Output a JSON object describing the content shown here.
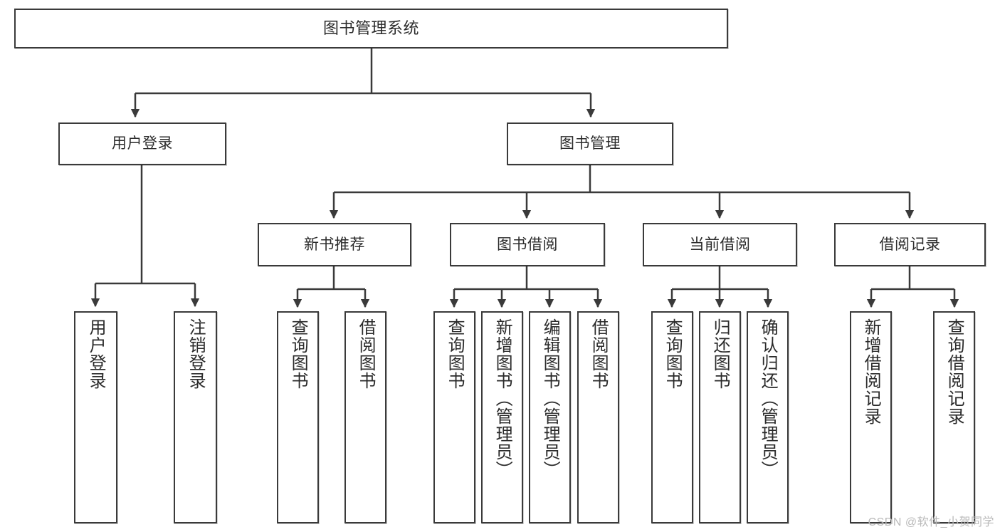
{
  "diagram": {
    "title": "图书管理系统",
    "type": "hierarchy-tree",
    "colors": {
      "box_border": "#3a3a3a",
      "box_fill": "#ffffff",
      "connector": "#3a3a3a",
      "text": "#2b2b2b",
      "watermark": "#b9b9b9"
    },
    "root": {
      "label": "图书管理系统"
    },
    "level2": [
      {
        "label": "用户登录"
      },
      {
        "label": "图书管理"
      }
    ],
    "level3": [
      {
        "label": "新书推荐"
      },
      {
        "label": "图书借阅"
      },
      {
        "label": "当前借阅"
      },
      {
        "label": "借阅记录"
      }
    ],
    "leaves": {
      "user_login": [
        {
          "label": "用户登录"
        },
        {
          "label": "注销登录"
        }
      ],
      "new_book_recommend": [
        {
          "label": "查询图书"
        },
        {
          "label": "借阅图书"
        }
      ],
      "book_borrow": [
        {
          "label": "查询图书"
        },
        {
          "label": "新增图书（管理员）"
        },
        {
          "label": "编辑图书（管理员）"
        },
        {
          "label": "借阅图书"
        }
      ],
      "current_borrow": [
        {
          "label": "查询图书"
        },
        {
          "label": "归还图书"
        },
        {
          "label": "确认归还（管理员）"
        }
      ],
      "borrow_record": [
        {
          "label": "新增借阅记录"
        },
        {
          "label": "查询借阅记录"
        }
      ]
    }
  },
  "watermark": {
    "text": "CSDN @软件_小贺同学"
  }
}
